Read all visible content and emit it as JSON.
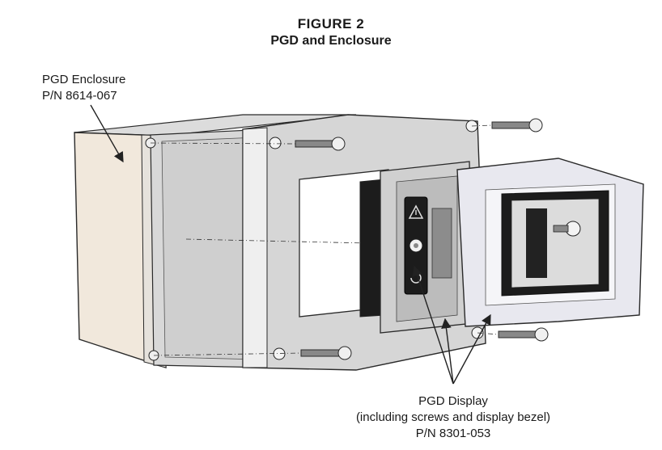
{
  "figure": {
    "number": "FIGURE 2",
    "title": "PGD and Enclosure"
  },
  "callouts": {
    "enclosure": {
      "name": "PGD Enclosure",
      "part_number": "P/N 8614-067"
    },
    "display": {
      "name": "PGD Display",
      "note": "(including screws and display bezel)",
      "part_number": "P/N 8301-053"
    }
  },
  "icons": [
    "warning-triangle-icon",
    "enter-arrow-icon",
    "escape-return-icon"
  ],
  "colors": {
    "line": "#2a2a2a",
    "enclosure_face": "#f1e8dc",
    "lid_face": "#d6d6d6",
    "bezel": "#e8e8ef",
    "display_dark": "#1c1c1c"
  }
}
